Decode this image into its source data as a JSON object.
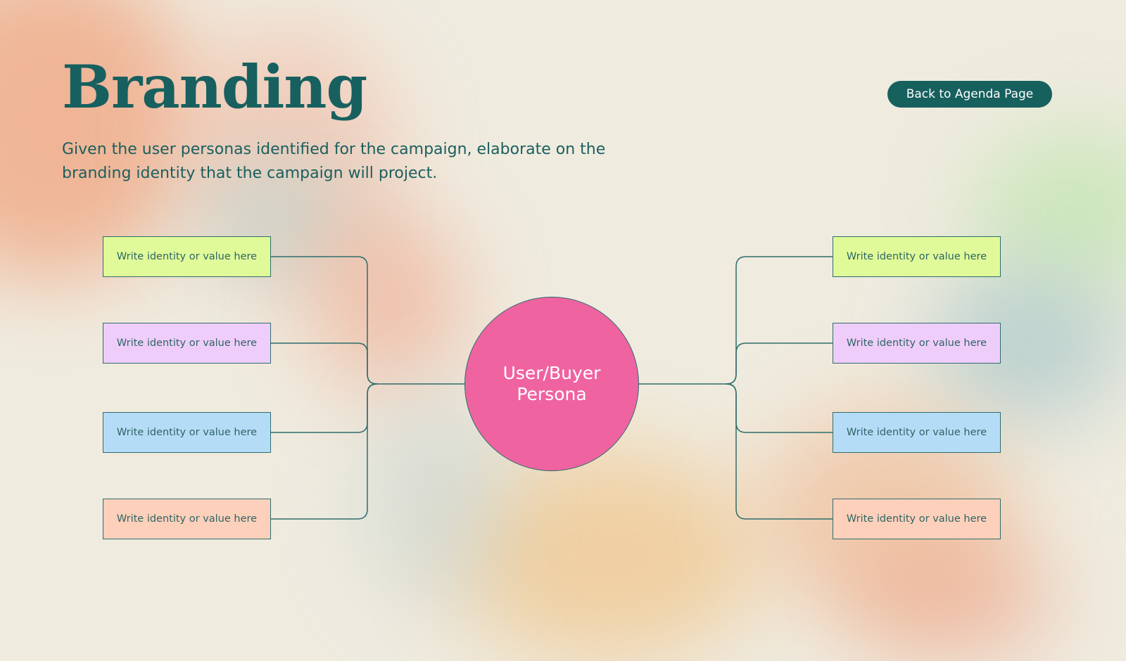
{
  "header": {
    "title": "Branding",
    "subtitle": "Given the user personas identified for the campaign, elaborate on the branding identity that the campaign will project.",
    "back_button": "Back to Agenda Page"
  },
  "diagram": {
    "center_label": "User/Buyer Persona",
    "left_items": [
      {
        "label": "Write identity or value here",
        "color": "#e0fa9a"
      },
      {
        "label": "Write identity or value here",
        "color": "#efcdfb"
      },
      {
        "label": "Write identity or value here",
        "color": "#b5dcf7"
      },
      {
        "label": "Write identity or value here",
        "color": "#fdd0bb"
      }
    ],
    "right_items": [
      {
        "label": "Write identity or value here",
        "color": "#e0fa9a"
      },
      {
        "label": "Write identity or value here",
        "color": "#efcdfb"
      },
      {
        "label": "Write identity or value here",
        "color": "#b5dcf7"
      },
      {
        "label": "Write identity or value here",
        "color": "#fdd0bb"
      }
    ]
  },
  "colors": {
    "background": "#efebdf",
    "accent": "#16605e",
    "center_fill": "#ef63a1",
    "connector": "#2e6d6b"
  }
}
